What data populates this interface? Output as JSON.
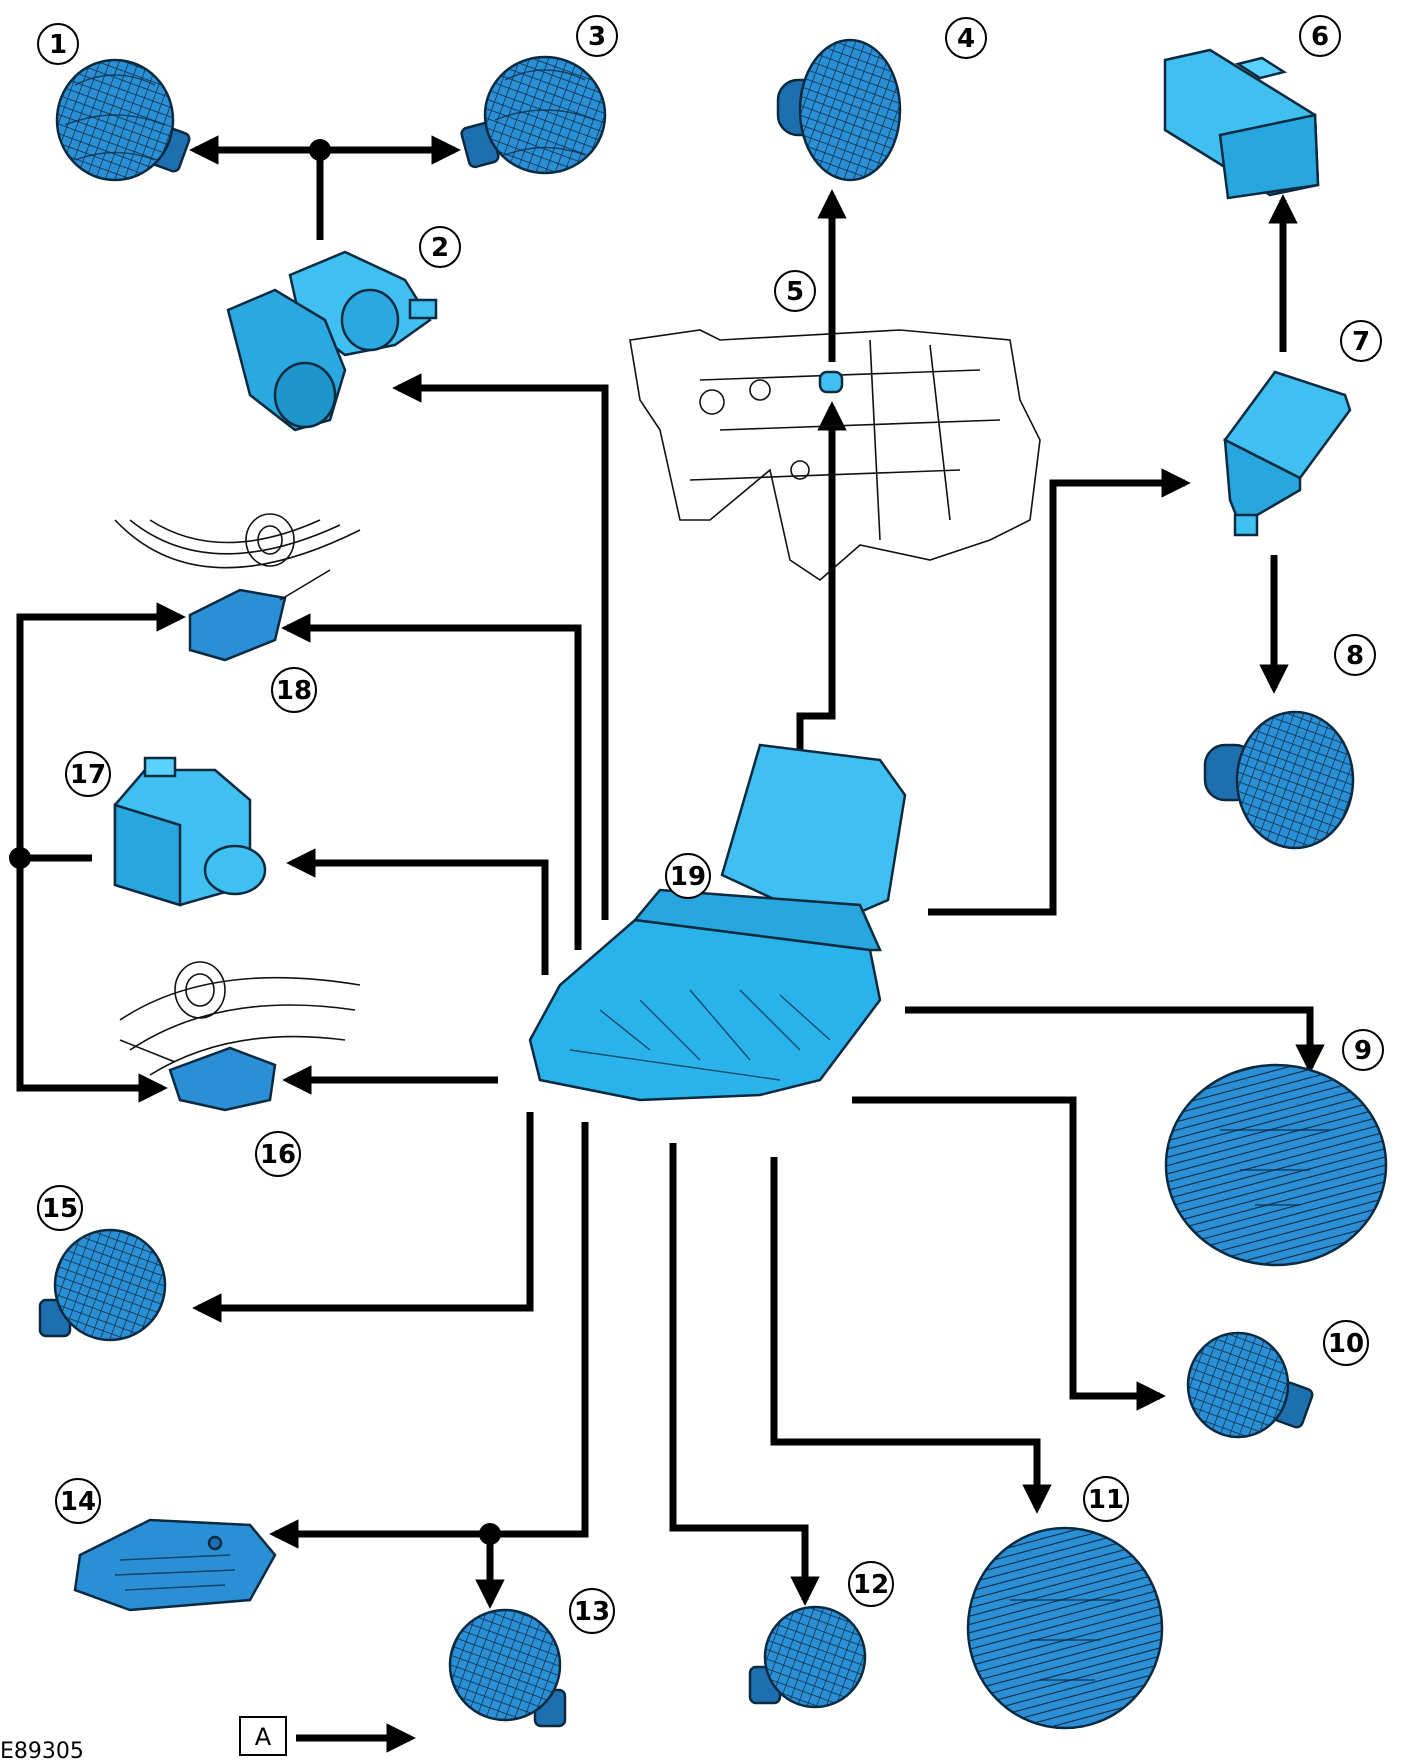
{
  "callouts": [
    {
      "id": "c1",
      "label": "1"
    },
    {
      "id": "c2",
      "label": "2"
    },
    {
      "id": "c3",
      "label": "3"
    },
    {
      "id": "c4",
      "label": "4"
    },
    {
      "id": "c5",
      "label": "5"
    },
    {
      "id": "c6",
      "label": "6"
    },
    {
      "id": "c7",
      "label": "7"
    },
    {
      "id": "c8",
      "label": "8"
    },
    {
      "id": "c9",
      "label": "9"
    },
    {
      "id": "c10",
      "label": "10"
    },
    {
      "id": "c11",
      "label": "11"
    },
    {
      "id": "c12",
      "label": "12"
    },
    {
      "id": "c13",
      "label": "13"
    },
    {
      "id": "c14",
      "label": "14"
    },
    {
      "id": "c15",
      "label": "15"
    },
    {
      "id": "c16",
      "label": "16"
    },
    {
      "id": "c17",
      "label": "17"
    },
    {
      "id": "c18",
      "label": "18"
    },
    {
      "id": "c19",
      "label": "19"
    }
  ],
  "legend": {
    "box_label": "A"
  },
  "figure_code": "E89305",
  "colors": {
    "component_blue": "#2b8fd6",
    "component_light": "#3fc0f0",
    "gearbox_grey": "#7a7a7a",
    "wire": "#000000"
  }
}
